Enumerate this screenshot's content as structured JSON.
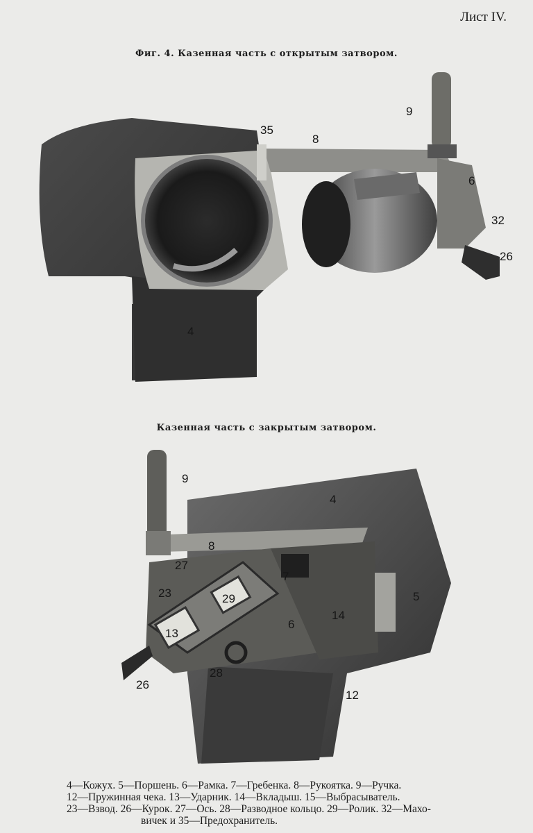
{
  "sheet_label": "Лист IV.",
  "figure_open": {
    "caption": "Фиг. 4. Казенная часть с открытым затвором.",
    "callouts": {
      "c35": "35",
      "c8": "8",
      "c9": "9",
      "c6": "6",
      "c32": "32",
      "c26": "26",
      "c4": "4"
    }
  },
  "figure_closed": {
    "caption": "Казенная часть с закрытым затвором.",
    "callouts": {
      "c9": "9",
      "c4": "4",
      "c8": "8",
      "c27": "27",
      "c23": "23",
      "c29": "29",
      "c7": "7",
      "c6": "6",
      "c14": "14",
      "c5": "5",
      "c13": "13",
      "c28": "28",
      "c26": "26",
      "c12": "12"
    }
  },
  "legend": {
    "line1": "4—Кожух. 5—Поршень. 6—Рамка. 7—Гребенка. 8—Рукоятка. 9—Ручка.",
    "line2": "12—Пружинная чека. 13—Ударник. 14—Вкладыш. 15—Выбрасыватель.",
    "line3": "23—Взвод. 26—Курок. 27—Ось. 28—Разводное кольцо. 29—Ролик. 32—Махо-",
    "line4": "вичек и 35—Предохранитель."
  }
}
